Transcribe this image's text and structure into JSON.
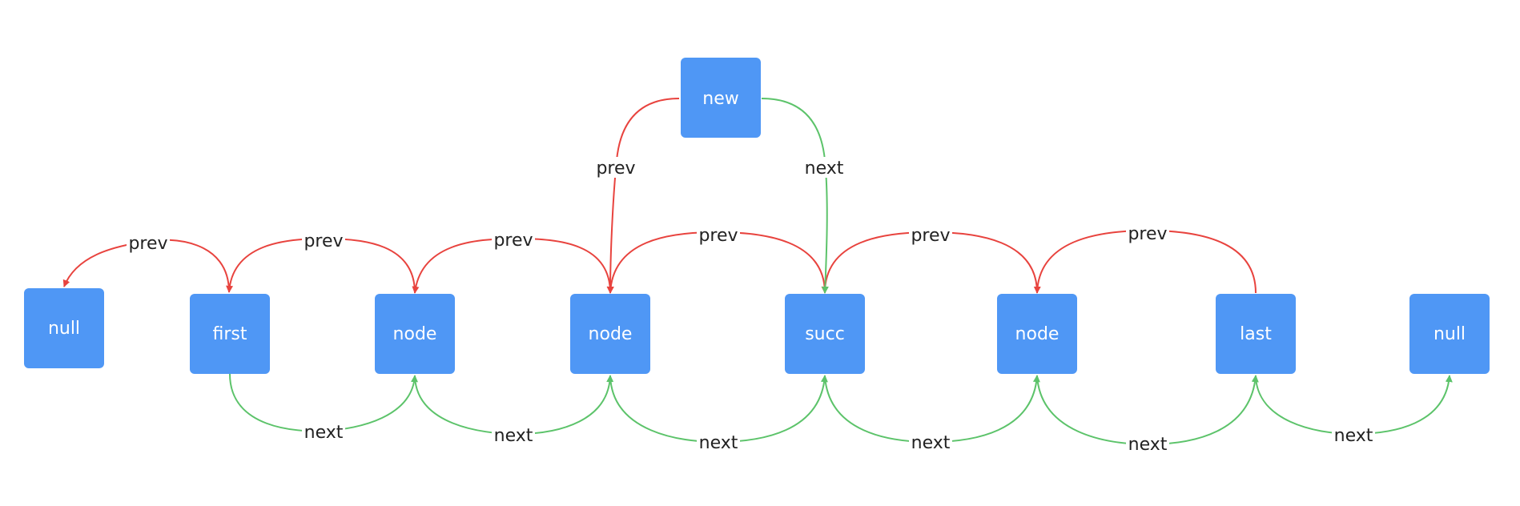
{
  "colors": {
    "node_fill": "#4F97F5",
    "node_text": "#FFFFFF",
    "prev_edge": "#E8433E",
    "next_edge": "#5CC36A",
    "label_text": "#222222"
  },
  "nodes": {
    "null_left": "null",
    "first": "first",
    "node1": "node",
    "node2": "node",
    "succ": "succ",
    "node3": "node",
    "last": "last",
    "null_right": "null",
    "new": "new"
  },
  "edge_labels": {
    "prev": "prev",
    "next": "next"
  }
}
